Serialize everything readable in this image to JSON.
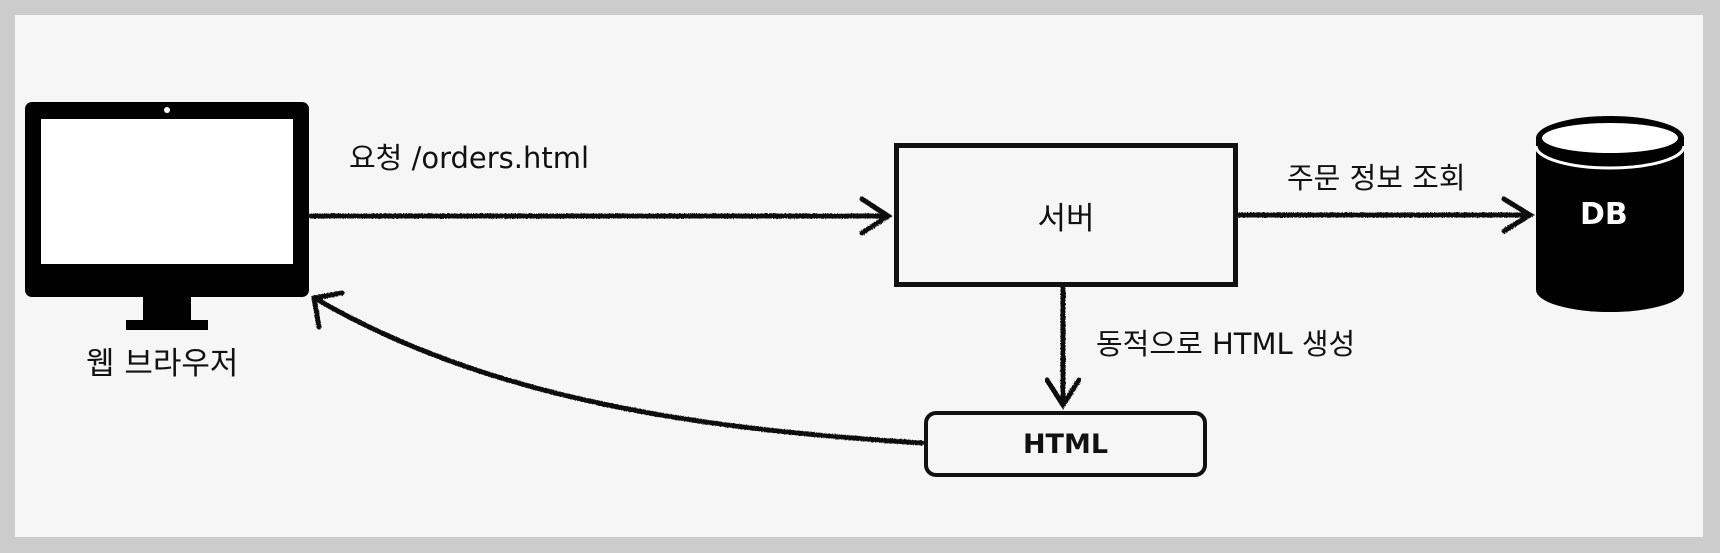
{
  "diagram": {
    "browser_label": "웹 브라우저",
    "request_label": "요청 /orders.html",
    "server_label": "서버",
    "query_label": "주문 정보 조회",
    "db_label": "DB",
    "generate_label": "동적으로 HTML 생성",
    "html_label": "HTML"
  }
}
